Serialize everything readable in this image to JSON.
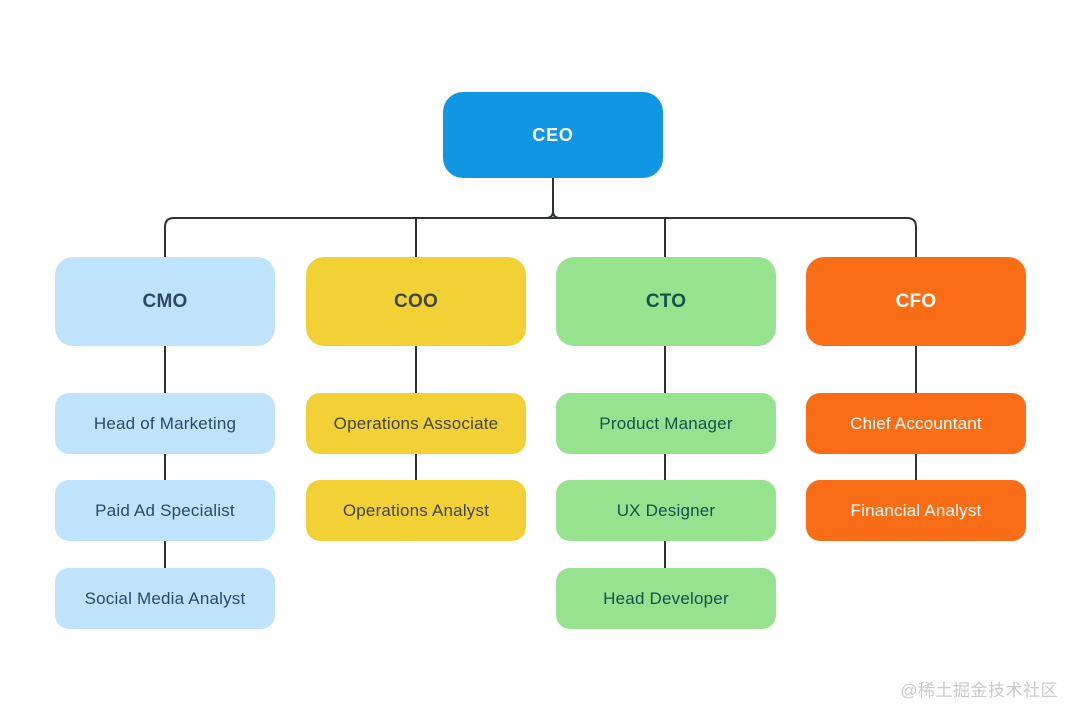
{
  "diagram": {
    "type": "org-chart",
    "root": {
      "id": "ceo",
      "label": "CEO"
    },
    "columns": [
      {
        "id": "cmo",
        "label": "CMO",
        "children": [
          "Head of Marketing",
          "Paid Ad Specialist",
          "Social Media Analyst"
        ]
      },
      {
        "id": "coo",
        "label": "COO",
        "children": [
          "Operations Associate",
          "Operations Analyst"
        ]
      },
      {
        "id": "cto",
        "label": "CTO",
        "children": [
          "Product Manager",
          "UX Designer",
          "Head Developer"
        ]
      },
      {
        "id": "cfo",
        "label": "CFO",
        "children": [
          "Chief Accountant",
          "Financial Analyst"
        ]
      }
    ]
  },
  "watermark": "@稀土掘金技术社区",
  "colors": {
    "background": "#ffffff",
    "connector": "#2e3233",
    "watermark": "#c9c9c9",
    "ceo_fill": "#1196e3",
    "ceo_text": "#ffffff",
    "cmo_fill": "#bee3fa",
    "cmo_text": "#2a4b61",
    "coo_fill": "#f2d137",
    "coo_text": "#42473c",
    "cto_fill": "#96e28f",
    "cto_text": "#14514f",
    "cfo_fill": "#fa6d17",
    "cfo_text": "#ffffff"
  }
}
